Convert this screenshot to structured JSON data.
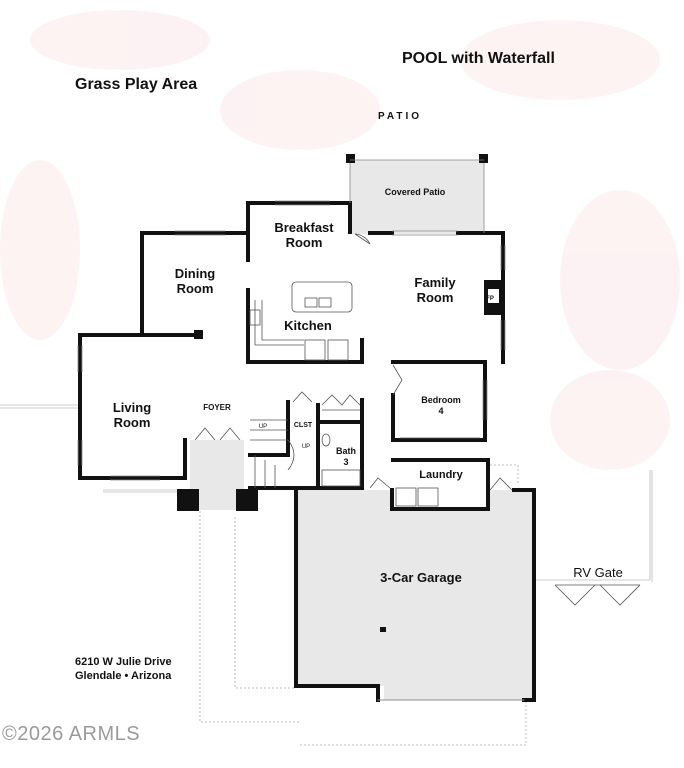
{
  "labels": {
    "grass_play_area": "Grass Play Area",
    "pool": "POOL with Waterfall",
    "patio": "PATIO",
    "covered_patio": "Covered Patio",
    "breakfast_room_1": "Breakfast",
    "breakfast_room_2": "Room",
    "dining_room_1": "Dining",
    "dining_room_2": "Room",
    "family_room_1": "Family",
    "family_room_2": "Room",
    "fireplace": "FP",
    "kitchen": "Kitchen",
    "living_room_1": "Living",
    "living_room_2": "Room",
    "foyer": "FOYER",
    "closet": "CLST",
    "stair_up_1": "UP",
    "stair_up_2": "UP",
    "bedroom4_1": "Bedroom",
    "bedroom4_2": "4",
    "bath3_1": "Bath",
    "bath3_2": "3",
    "laundry": "Laundry",
    "garage": "3-Car Garage",
    "rv_gate": "RV Gate",
    "address_line1": "6210 W Julie Drive",
    "address_line2": "Glendale • Arizona",
    "watermark": "©2026 ARMLS"
  },
  "colors": {
    "wall": "#111111",
    "floor_fill": "#e8e8e8",
    "thin_line": "#999999",
    "watermark": "#9a9a9a"
  }
}
